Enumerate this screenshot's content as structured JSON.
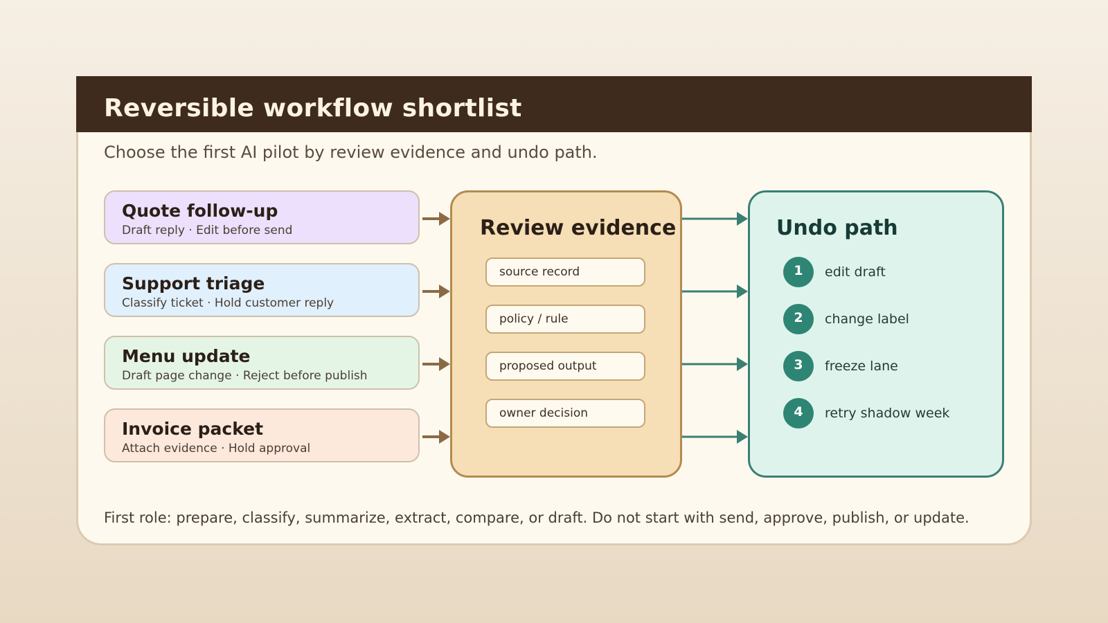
{
  "header": {
    "title": "Reversible workflow shortlist"
  },
  "subtitle": "Choose the first AI pilot by review evidence and undo path.",
  "options": [
    {
      "name": "Quote follow-up",
      "detail": "Draft reply · Edit before send",
      "color": "#ece0fc"
    },
    {
      "name": "Support triage",
      "detail": "Classify ticket · Hold customer reply",
      "color": "#e0f0fd"
    },
    {
      "name": "Menu update",
      "detail": "Draft page change · Reject before publish",
      "color": "#e4f5e6"
    },
    {
      "name": "Invoice packet",
      "detail": "Attach evidence · Hold approval",
      "color": "#fde8dc"
    }
  ],
  "review": {
    "title": "Review evidence",
    "items": [
      "source record",
      "policy / rule",
      "proposed output",
      "owner decision"
    ]
  },
  "undo": {
    "title": "Undo path",
    "steps": [
      {
        "num": "1",
        "label": "edit draft"
      },
      {
        "num": "2",
        "label": "change label"
      },
      {
        "num": "3",
        "label": "freeze lane"
      },
      {
        "num": "4",
        "label": "retry shadow week"
      }
    ]
  },
  "footer": "First role: prepare, classify, summarize, extract, compare, or draft. Do not start with send, approve, publish, or update.",
  "colors": {
    "input_arrow": "#8a6a45",
    "output_arrow": "#3a7f72"
  }
}
